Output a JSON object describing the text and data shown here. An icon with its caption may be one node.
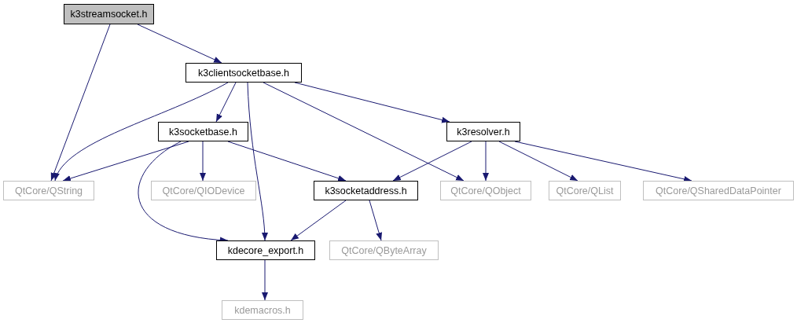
{
  "diagram": {
    "nodes": [
      {
        "text": [
          "k3streamsocket.h"
        ]
      },
      {
        "text": [
          "k3clientsocketbase.h"
        ]
      },
      {
        "text": [
          "k3socketbase.h"
        ]
      },
      {
        "text": [
          "k3resolver.h"
        ]
      },
      {
        "text": [
          "QtCore/QString"
        ]
      },
      {
        "text": [
          "QtCore/QIODevice"
        ]
      },
      {
        "text": [
          "k3socketaddress.h"
        ]
      },
      {
        "text": [
          "QtCore/QObject"
        ]
      },
      {
        "text": [
          "QtCore/QList"
        ]
      },
      {
        "text": [
          "QtCore/QSharedDataPointer"
        ]
      },
      {
        "text": [
          "kdecore_export.h"
        ]
      },
      {
        "text": [
          "QtCore/QByteArray"
        ]
      },
      {
        "text": [
          "kdemacros.h"
        ]
      }
    ],
    "edges": [
      {
        "from": 0,
        "to": 4,
        "arrow": "to"
      },
      {
        "from": 0,
        "to": 1,
        "arrow": "to"
      },
      {
        "from": 1,
        "to": 4,
        "arrow": "to"
      },
      {
        "from": 1,
        "to": 2,
        "arrow": "to"
      },
      {
        "from": 1,
        "to": 10,
        "arrow": "to"
      },
      {
        "from": 1,
        "to": 7,
        "arrow": "to"
      },
      {
        "from": 1,
        "to": 3,
        "arrow": "to"
      },
      {
        "from": 2,
        "to": 4,
        "arrow": "to"
      },
      {
        "from": 2,
        "to": 5,
        "arrow": "to"
      },
      {
        "from": 2,
        "to": 6,
        "arrow": "to"
      },
      {
        "from": 2,
        "to": 10,
        "arrow": "to"
      },
      {
        "from": 3,
        "to": 6,
        "arrow": "to"
      },
      {
        "from": 3,
        "to": 7,
        "arrow": "to"
      },
      {
        "from": 3,
        "to": 8,
        "arrow": "to"
      },
      {
        "from": 3,
        "to": 9,
        "arrow": "to"
      },
      {
        "from": 6,
        "to": 10,
        "arrow": "to"
      },
      {
        "from": 6,
        "to": 11,
        "arrow": "to"
      },
      {
        "from": 10,
        "to": 12,
        "arrow": "to"
      }
    ]
  }
}
